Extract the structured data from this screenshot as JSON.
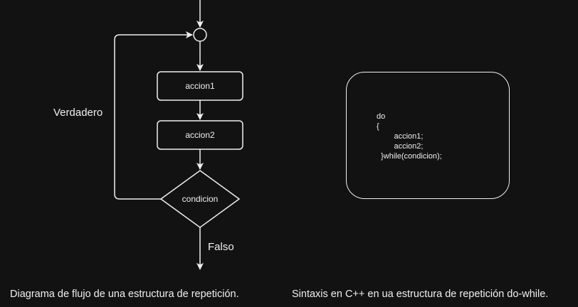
{
  "flowchart": {
    "nodes": {
      "action1": "accion1",
      "action2": "accion2",
      "condition": "condicion"
    },
    "edge_labels": {
      "true_branch": "Verdadero",
      "false_branch": "Falso"
    }
  },
  "code_panel": {
    "lines": [
      "do",
      "{",
      "        accion1;",
      "        accion2;",
      "  }while(condicion);"
    ]
  },
  "captions": {
    "left": "Diagrama de flujo de una estructura de repetición.",
    "right": "Sintaxis en C++ en ua estructura de repetición do-while."
  }
}
